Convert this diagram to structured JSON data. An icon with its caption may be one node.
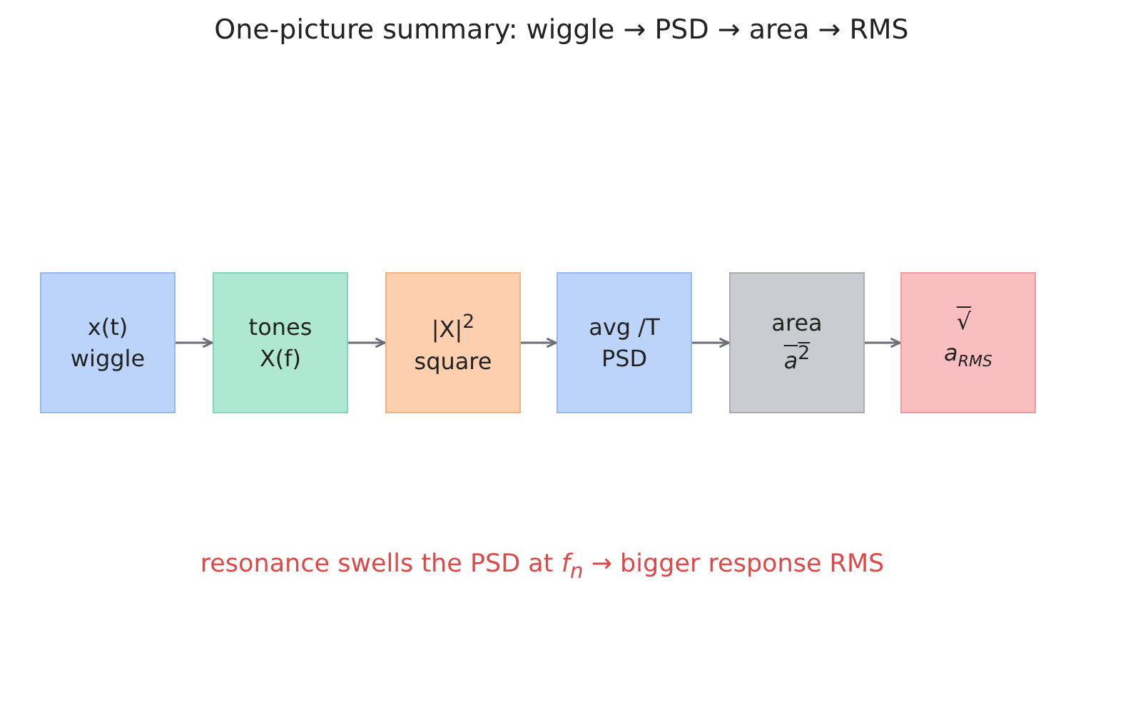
{
  "diagram": {
    "title": "One-picture summary: wiggle → PSD → area → RMS",
    "nodes": [
      {
        "text": [
          "x(t)",
          "wiggle"
        ]
      },
      {
        "text": [
          "tones",
          "X(f)"
        ]
      },
      {
        "text": [
          "|X|$^{2}$",
          "square"
        ]
      },
      {
        "text": [
          "avg /T",
          "PSD"
        ]
      },
      {
        "text": [
          "area",
          "*a*$^{2}$"
        ]
      },
      {
        "text": [
          "√",
          "*a*$_{RMS}$"
        ]
      }
    ],
    "edges": [
      {
        "from": 0,
        "to": 1,
        "arrow": "to"
      },
      {
        "from": 1,
        "to": 2,
        "arrow": "to"
      },
      {
        "from": 2,
        "to": 3,
        "arrow": "to"
      },
      {
        "from": 3,
        "to": 4,
        "arrow": "to"
      },
      {
        "from": 4,
        "to": 5,
        "arrow": "to"
      }
    ],
    "labels": [
      "resonance swells the PSD at *f*$_{n}$ → bigger response RMS"
    ]
  }
}
